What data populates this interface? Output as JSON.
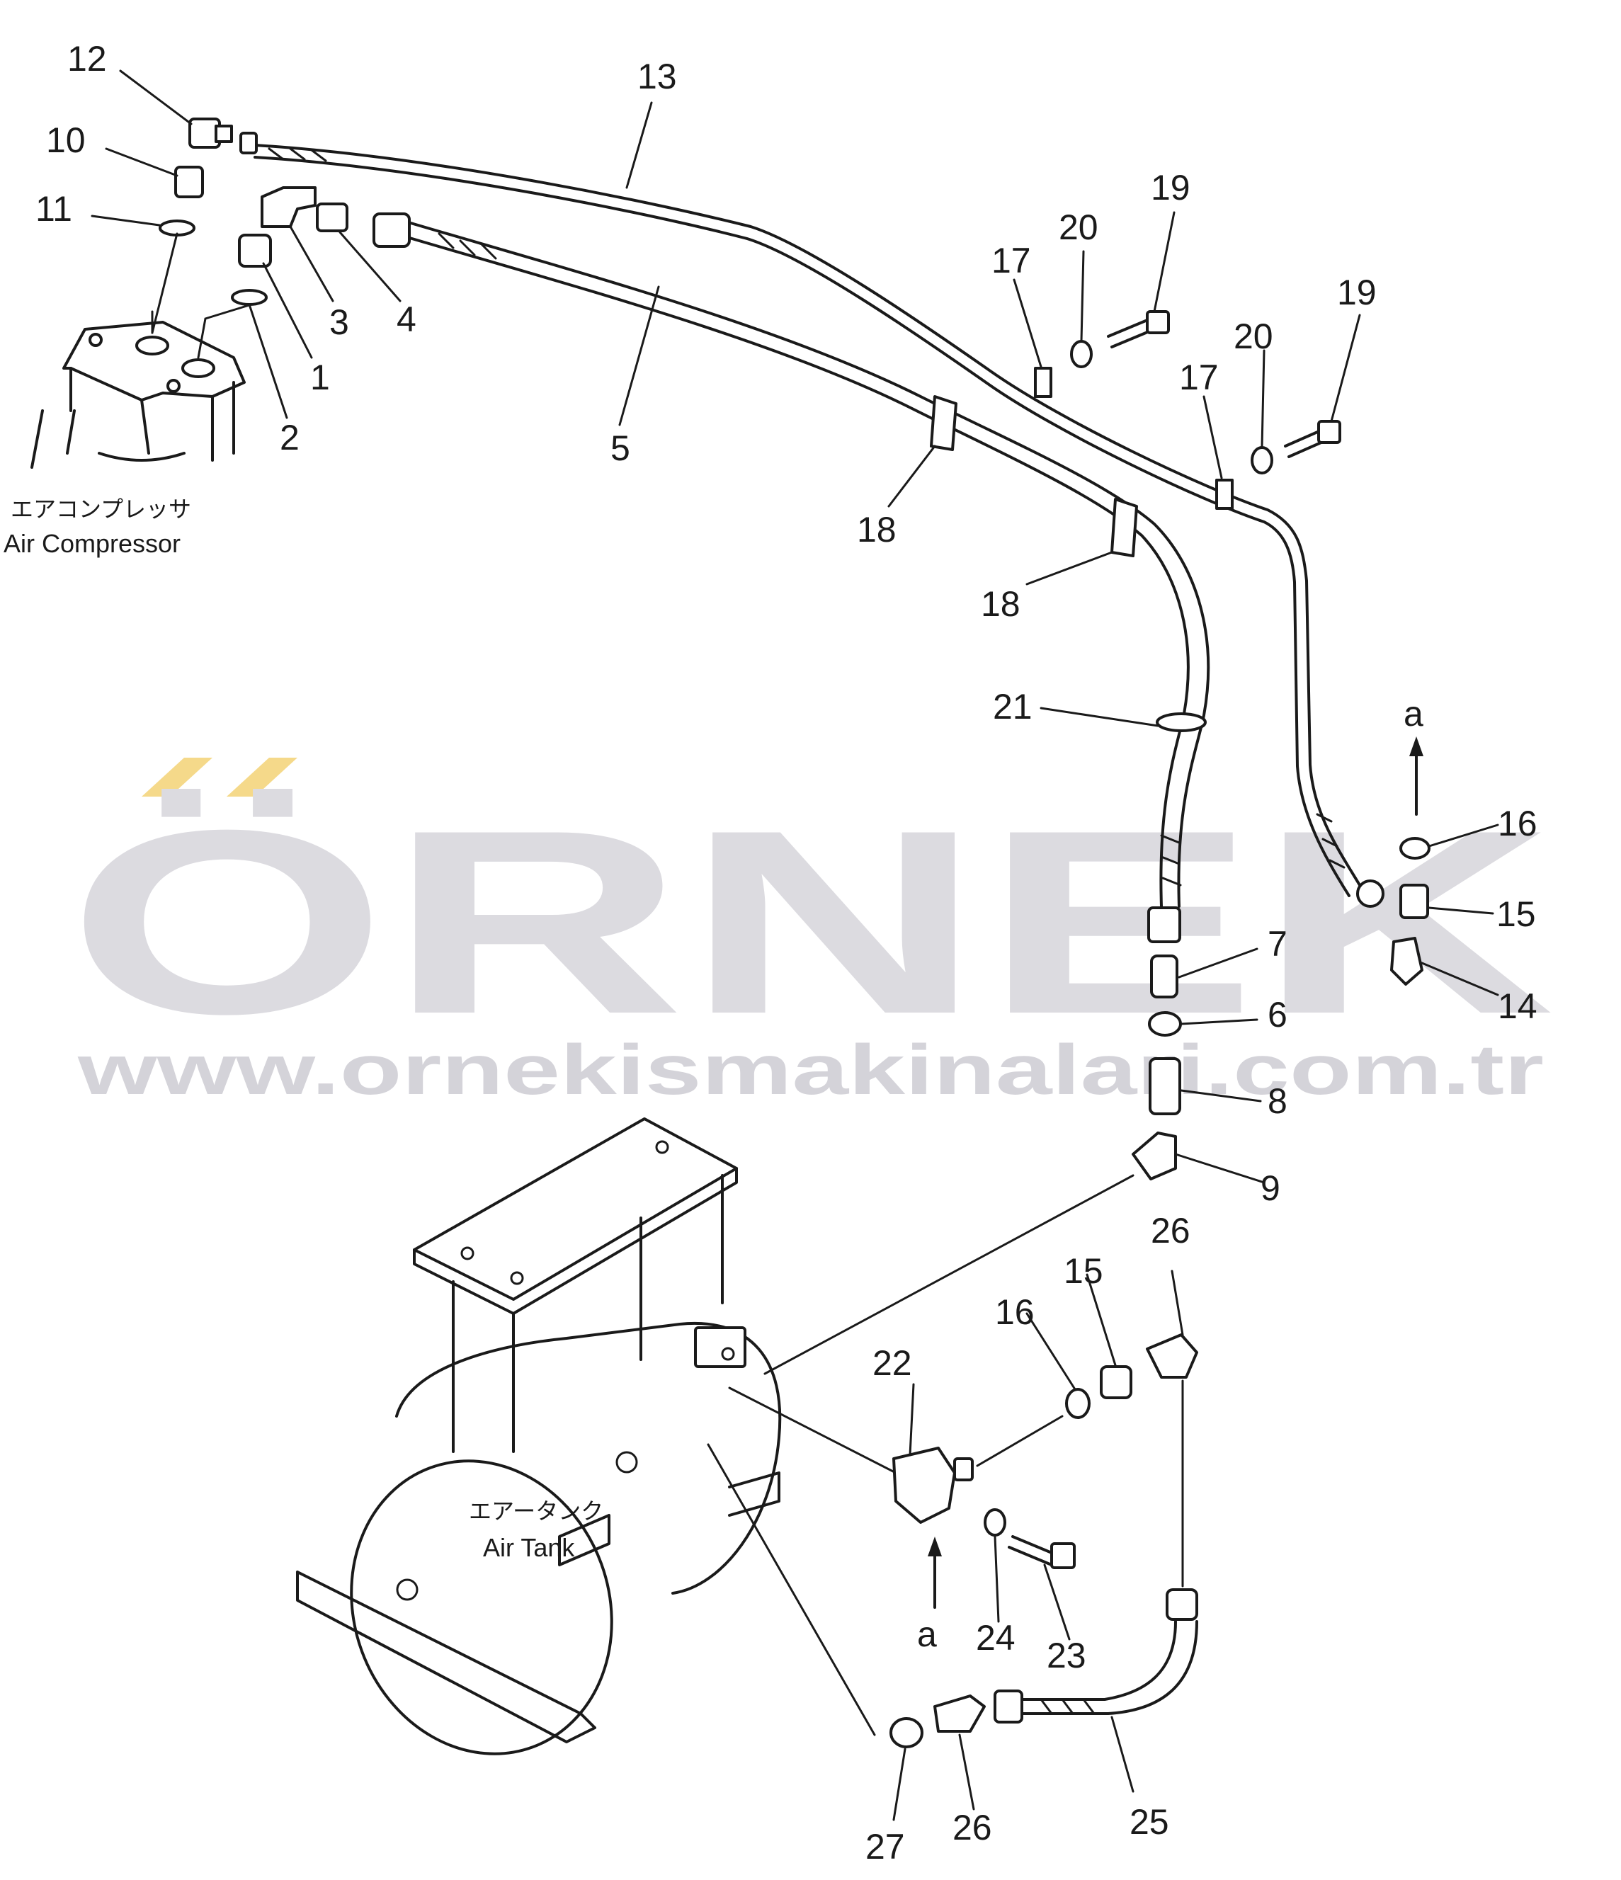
{
  "captions": {
    "compressor_jp": "エアコンプレッサ",
    "compressor_en": "Air Compressor",
    "tank_jp": "エアータンク",
    "tank_en": "Air Tank"
  },
  "watermark": {
    "brand": "ÖRNEK",
    "url": "www.ornekismakinalari.com.tr",
    "colors": {
      "text": "#dcdbe0",
      "umlaut": "#f5d98a"
    }
  },
  "view_marker": "a",
  "callouts": [
    {
      "id": "c12a",
      "text": "12"
    },
    {
      "id": "c10a",
      "text": "10"
    },
    {
      "id": "c11a",
      "text": "11"
    },
    {
      "id": "c3a",
      "text": "3"
    },
    {
      "id": "c4a",
      "text": "4"
    },
    {
      "id": "c1a",
      "text": "1"
    },
    {
      "id": "c2a",
      "text": "2"
    },
    {
      "id": "c13a",
      "text": "13"
    },
    {
      "id": "c5a",
      "text": "5"
    },
    {
      "id": "c17a",
      "text": "17"
    },
    {
      "id": "c17b",
      "text": "17"
    },
    {
      "id": "c20a",
      "text": "20"
    },
    {
      "id": "c20b",
      "text": "20"
    },
    {
      "id": "c19a",
      "text": "19"
    },
    {
      "id": "c19b",
      "text": "19"
    },
    {
      "id": "c18a",
      "text": "18"
    },
    {
      "id": "c18b",
      "text": "18"
    },
    {
      "id": "c21a",
      "text": "21"
    },
    {
      "id": "c16a",
      "text": "16"
    },
    {
      "id": "c15a",
      "text": "15"
    },
    {
      "id": "c14a",
      "text": "14"
    },
    {
      "id": "c7a",
      "text": "7"
    },
    {
      "id": "c6a",
      "text": "6"
    },
    {
      "id": "c8a",
      "text": "8"
    },
    {
      "id": "c9a",
      "text": "9"
    },
    {
      "id": "c26a",
      "text": "26"
    },
    {
      "id": "c15b",
      "text": "15"
    },
    {
      "id": "c16b",
      "text": "16"
    },
    {
      "id": "c22a",
      "text": "22"
    },
    {
      "id": "c24a",
      "text": "24"
    },
    {
      "id": "c23a",
      "text": "23"
    },
    {
      "id": "c27a",
      "text": "27"
    },
    {
      "id": "c26b",
      "text": "26"
    },
    {
      "id": "c25a",
      "text": "25"
    }
  ]
}
